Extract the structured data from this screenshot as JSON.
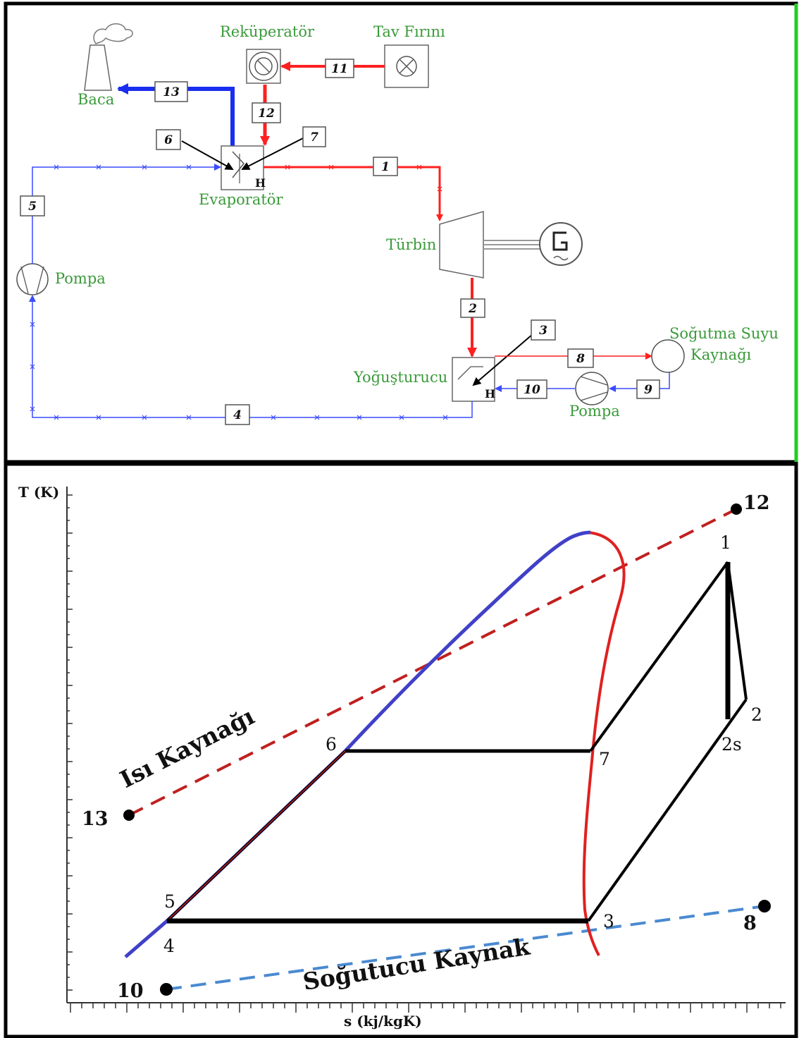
{
  "schematic": {
    "labels": {
      "rekuperator": "Reküperatör",
      "tav_firini": "Tav Fırını",
      "baca": "Baca",
      "evaporator": "Evaporatör",
      "turbin": "Türbin",
      "pompa_main": "Pompa",
      "yogusturucu": "Yoğuşturucu",
      "sogutma_suyu": "Soğutma Suyu",
      "kaynagi": "Kaynağı",
      "pompa_cooling": "Pompa",
      "h_evap": "H",
      "h_cond": "H"
    },
    "stream_numbers": {
      "s1": "1",
      "s2": "2",
      "s3": "3",
      "s4": "4",
      "s5": "5",
      "s6": "6",
      "s7": "7",
      "s8": "8",
      "s9": "9",
      "s10": "10",
      "s11": "11",
      "s12": "12",
      "s13": "13"
    },
    "colors": {
      "hot_stream": "#ff2020",
      "cold_stream": "#3a4bff",
      "exhaust": "#1a2ef0",
      "label": "#3a9a3a",
      "frame_right": "#22cc22"
    }
  },
  "ts_diagram": {
    "y_axis_label": "T (K)",
    "x_axis_label": "s (kj/kgK)",
    "heat_source_label": "Isı Kaynağı",
    "coolant_label": "Soğutucu Kaynak",
    "points": {
      "p1": "1",
      "p2": "2",
      "p2s": "2s",
      "p3": "3",
      "p4": "4",
      "p5": "5",
      "p6": "6",
      "p7": "7",
      "p8": "8",
      "p10": "10",
      "p12": "12",
      "p13": "13"
    },
    "colors": {
      "saturated_liquid": "#4040c8",
      "saturated_vapor": "#e02020",
      "heat_source_line": "#c02020",
      "coolant_line": "#4a8ad0",
      "cycle": "#000000"
    }
  }
}
